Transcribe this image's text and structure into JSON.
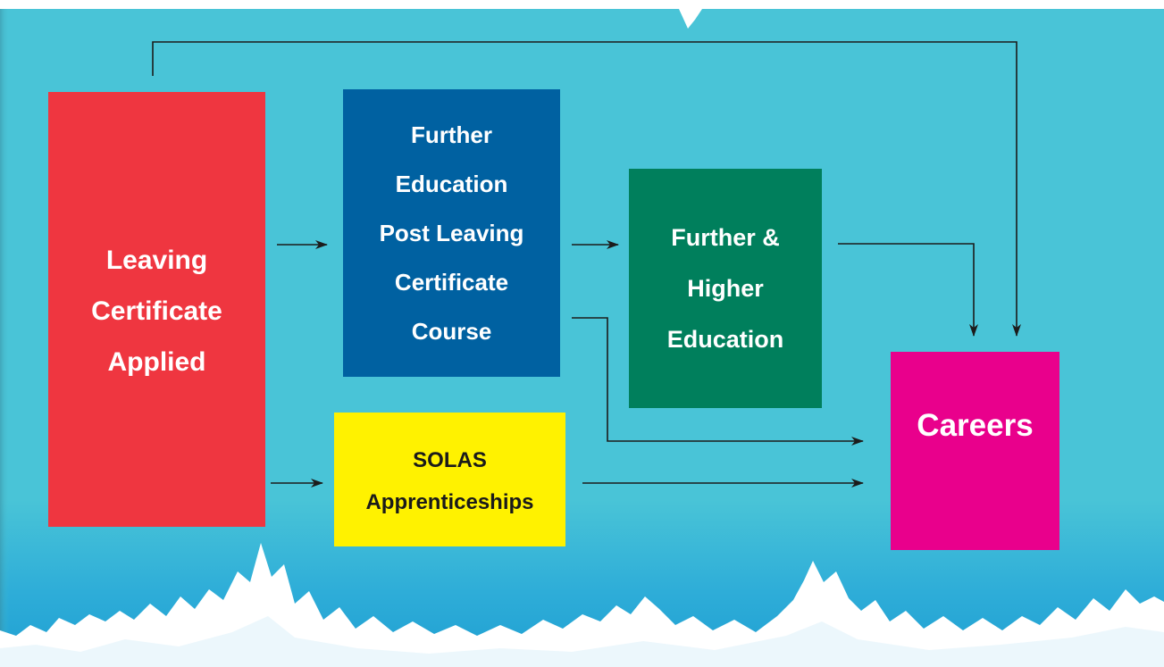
{
  "colors": {
    "sky": "#49c4d7",
    "sky_top": "#46c2d6",
    "water": "#2aa8d6",
    "foam": "#ffffff",
    "arrow": "#1c1c1c",
    "leaving_certificate_applied": "#ef3640",
    "further_education": "#0061a1",
    "further_higher_education": "#007f5c",
    "solas": "#fff200",
    "careers": "#e9008c"
  },
  "boxes": {
    "leaving_certificate_applied": {
      "lines": [
        "Leaving",
        "Certificate",
        "Applied"
      ]
    },
    "further_education": {
      "lines": [
        "Further",
        "Education",
        "Post Leaving",
        "Certificate",
        "Course"
      ]
    },
    "further_higher_education": {
      "lines": [
        "Further &",
        "Higher",
        "Education"
      ]
    },
    "solas": {
      "lines": [
        "SOLAS",
        "Apprenticeships"
      ]
    },
    "careers": {
      "lines": [
        "Careers"
      ]
    }
  },
  "connections": [
    {
      "from": "leaving_certificate_applied",
      "to": "further_education"
    },
    {
      "from": "further_education",
      "to": "further_higher_education"
    },
    {
      "from": "further_higher_education",
      "to": "careers"
    },
    {
      "from": "leaving_certificate_applied",
      "to": "careers"
    },
    {
      "from": "further_education",
      "to": "careers"
    },
    {
      "from": "leaving_certificate_applied",
      "to": "solas"
    },
    {
      "from": "solas",
      "to": "careers"
    }
  ]
}
